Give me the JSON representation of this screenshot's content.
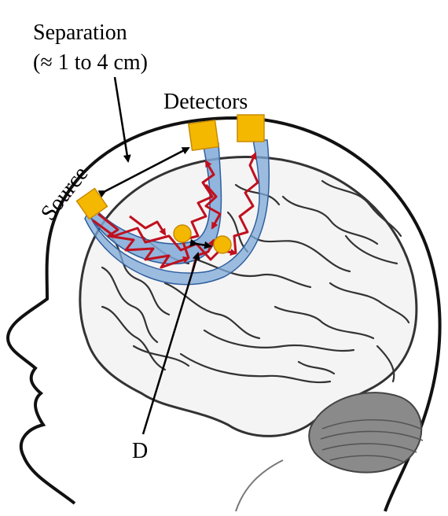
{
  "labels": {
    "separation": "Separation",
    "separation_range": "(≈ 1 to 4 cm)",
    "detectors": "Detectors",
    "source": "Source",
    "depth": "D"
  },
  "colors": {
    "optode": "#f5b800",
    "optode_edge": "#c88a00",
    "banana": "#7fa9d8",
    "banana_edge": "#2f5f9f",
    "photon_path": "#c0101e",
    "focus_dot": "#f5b800",
    "head_outline": "#111111",
    "brain_outline": "#333333",
    "cerebellum": "#8a8a8a"
  },
  "icons": {
    "source": "square-optode",
    "detector": "square-optode",
    "focus": "circle-dot"
  }
}
